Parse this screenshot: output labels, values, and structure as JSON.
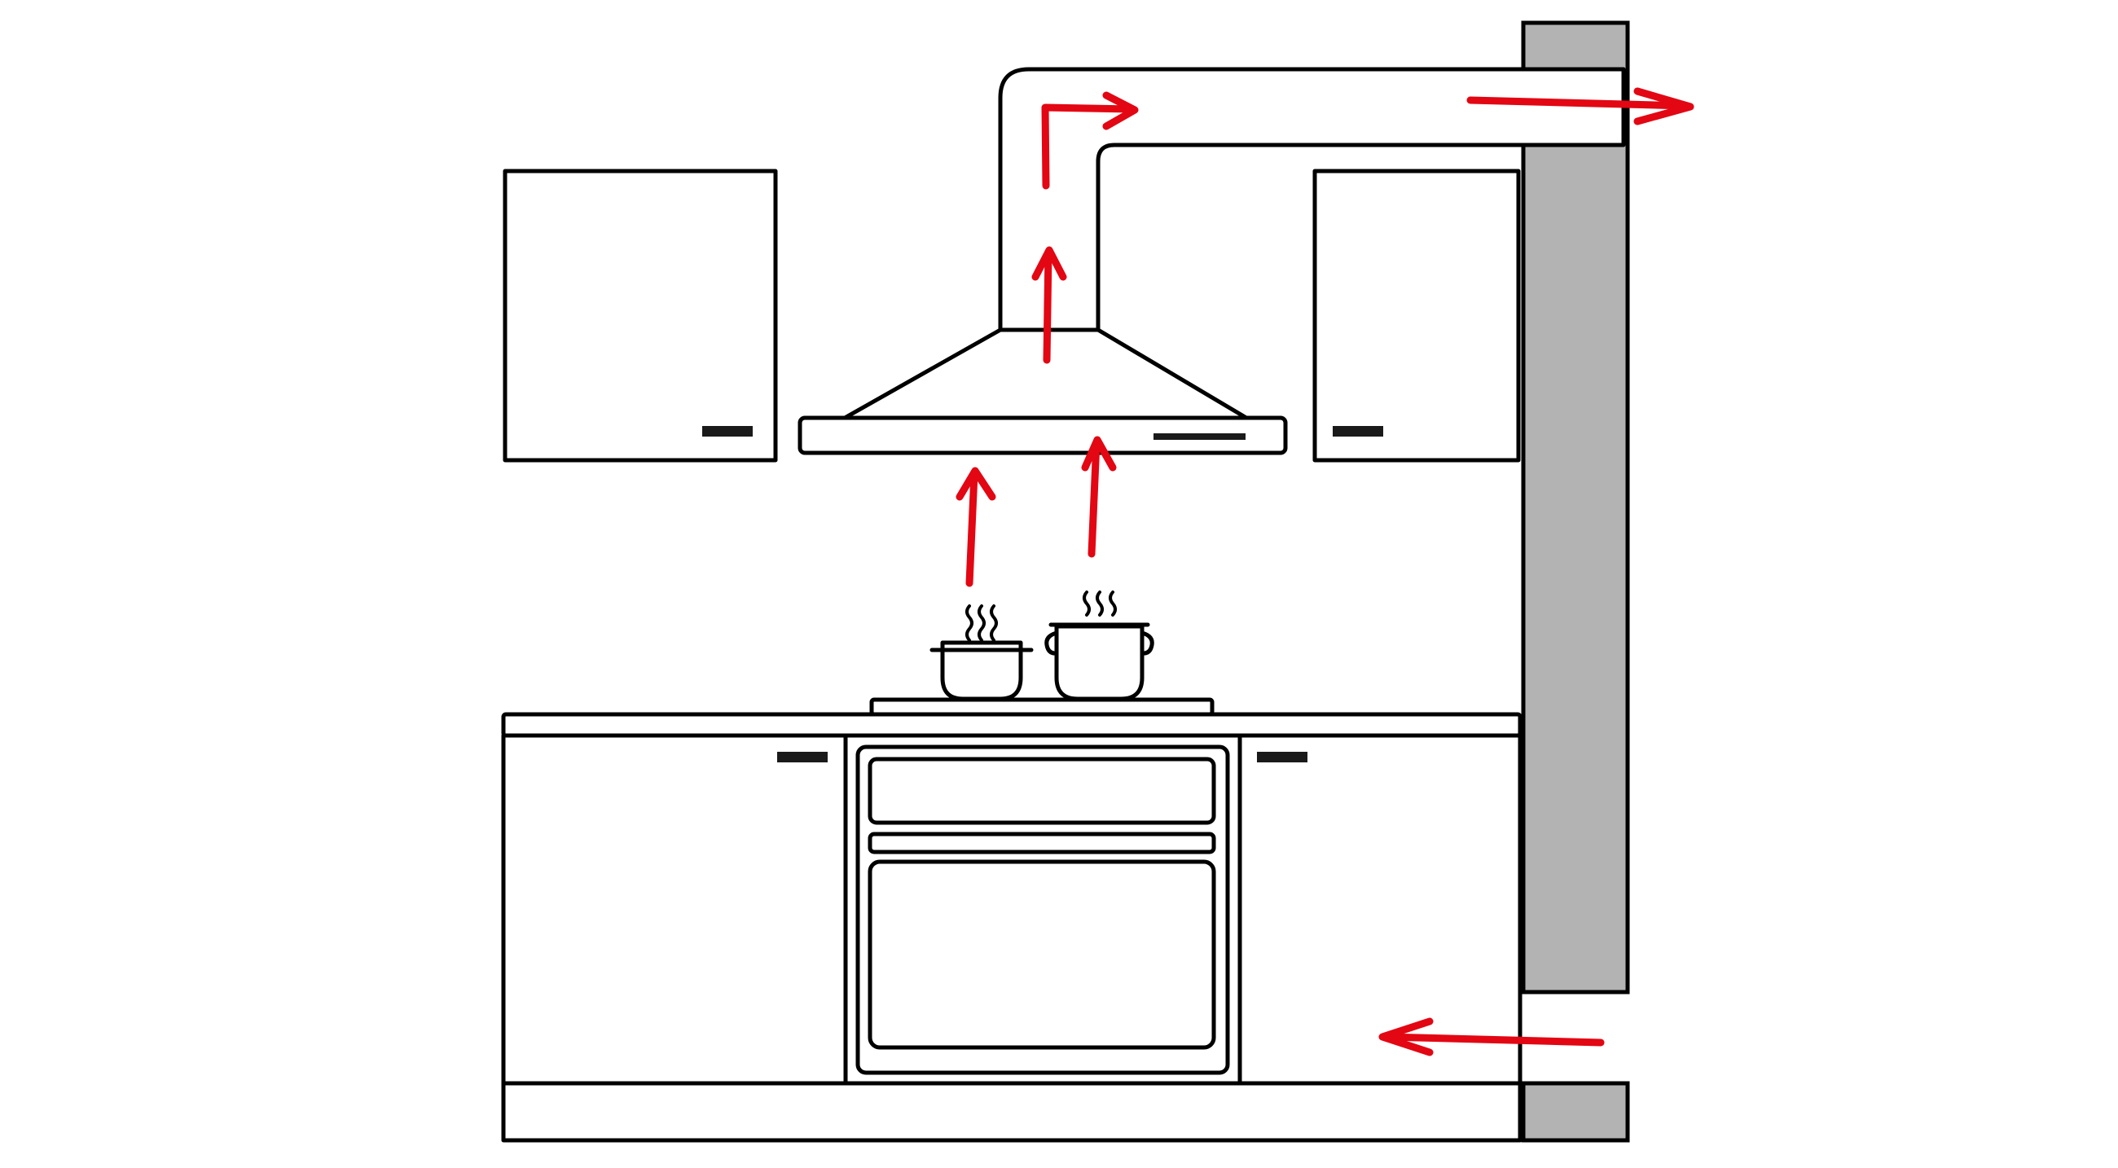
{
  "diagram": {
    "subject": "kitchen-exhaust-hood-airflow",
    "colors": {
      "airflow": "#e30613",
      "wall": "#b3b3b3",
      "outline": "#000000",
      "background": "#ffffff"
    },
    "components": [
      "wall-cabinet-left",
      "wall-cabinet-right",
      "chimney-hood",
      "exhaust-duct",
      "exterior-wall",
      "cooktop",
      "pot-small",
      "pot-large",
      "base-cabinet-left",
      "oven",
      "base-cabinet-right",
      "plinth"
    ],
    "airflow_arrows": [
      "steam-rising-to-hood-left",
      "steam-rising-to-hood-right",
      "air-up-hood-chimney",
      "air-turning-into-duct",
      "air-exhausted-through-wall",
      "fresh-air-entering-through-wall"
    ]
  }
}
